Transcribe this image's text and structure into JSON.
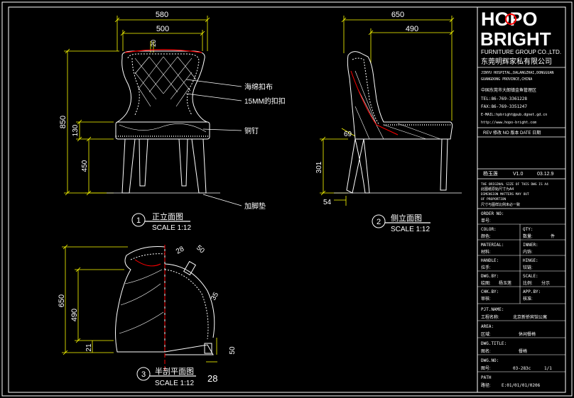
{
  "colors": {
    "background": "#000000",
    "line": "#ffffff",
    "dimension": "#ffff00",
    "accent": "#ff0000",
    "frame": "#ffffff",
    "brand": "#ffffff"
  },
  "title_block": {
    "logo_text": "HOPO",
    "brand": "BRIGHT",
    "company_en": "FURNITURE GROUP CO.,LTD.",
    "company_cn": "东莞明辉家私有限公司",
    "addr_1": "JINYU HOSPITAL,DALANGZHAI,DONGGUAN",
    "addr_2": "GUANGDONG PROVINCE,CHINA",
    "addr_cn": "中国东莞市大朗镇金鱼管理区",
    "tel": "TEL:86-769-3361228",
    "fax": "FAX:86-769-3351247",
    "email": "E-MAIL:hpbright@pub.dgnet.gd.cn",
    "web": "http://www.hopo-bright.com",
    "rev_header": "REV 修改  NO 版本  DATE 日期",
    "designer": "杨玉莲",
    "version": "V1.0",
    "date": "03.12.9",
    "note_1": "THE ORIGINAL SIZE OF THIS DWG IS A4",
    "note_2": "此图纸原始尺寸为A4",
    "note_3": "DIMENSION MATTERS MAY OUT",
    "note_4": "OF PROPORTION",
    "note_5": "尺寸与图样比例未必一致",
    "order_label": "ORDER NO:",
    "order_cn": "单号:",
    "color_label": "COLOR:",
    "color_cn": "颜色:",
    "qty_label": "QTY:",
    "qty_cn": "数量:",
    "qty_unit": "件",
    "material_label": "MATERIAL:",
    "material_cn": "材料:",
    "inner_label": "INNER:",
    "inner_cn": "内饰:",
    "handle_label": "HANDLE:",
    "handle_cn": "拉手:",
    "hinge_label": "HINGE:",
    "hinge_cn": "铰链:",
    "dwg_by_label": "DWG.BY:",
    "dwg_by_cn": "绘图:",
    "dwg_by_value": "杨玉莲",
    "scale_label": "SCALE:",
    "scale_cn": "比例:",
    "scale_value": "分示",
    "chk_label": "CHK.BY:",
    "chk_cn": "审核:",
    "app_label": "APP.BY:",
    "app_cn": "核准:",
    "prj_label": "PJT.NAME:",
    "prj_cn": "工程名称:",
    "prj_value": "北京新侨宾馆公寓",
    "area_label": "AREA:",
    "area_cn": "区域:",
    "area_value": "休闲餐椅",
    "dwg_title_label": "DWG.TITLE:",
    "dwg_title_cn": "图名:",
    "dwg_title_value": "餐椅",
    "dwg_no_label": "DWG.NO:",
    "dwg_no_cn": "图号:",
    "dwg_no_value": "03-283c",
    "sheet_value": "1/1",
    "path_label": "PATH",
    "path_cn": "路径:",
    "path_value": "E:01/01/01/0206"
  },
  "views": {
    "front": {
      "number": "1",
      "title": "正立面图",
      "scale": "SCALE 1:12",
      "dim_580": "580",
      "dim_500": "500",
      "dim_20": "20",
      "dim_850": "850",
      "dim_130": "130",
      "dim_450": "450",
      "note_fabric": "海绵扣布",
      "note_button": "15MM的扣扣",
      "note_nails": "铜钉",
      "note_foot": "加脚垫"
    },
    "side": {
      "number": "2",
      "title": "侧立面图",
      "scale": "SCALE 1:12",
      "dim_650": "650",
      "dim_490": "490",
      "dim_69": "69",
      "dim_301": "301",
      "dim_54": "54"
    },
    "plan": {
      "number": "3",
      "title": "半剖平面图",
      "scale": "SCALE 1:12",
      "dim_650": "650",
      "dim_490": "490",
      "dim_21": "21",
      "dim_28a": "28",
      "dim_50a": "50",
      "dim_35": "35",
      "dim_50b": "50",
      "dim_28b": "28"
    }
  }
}
